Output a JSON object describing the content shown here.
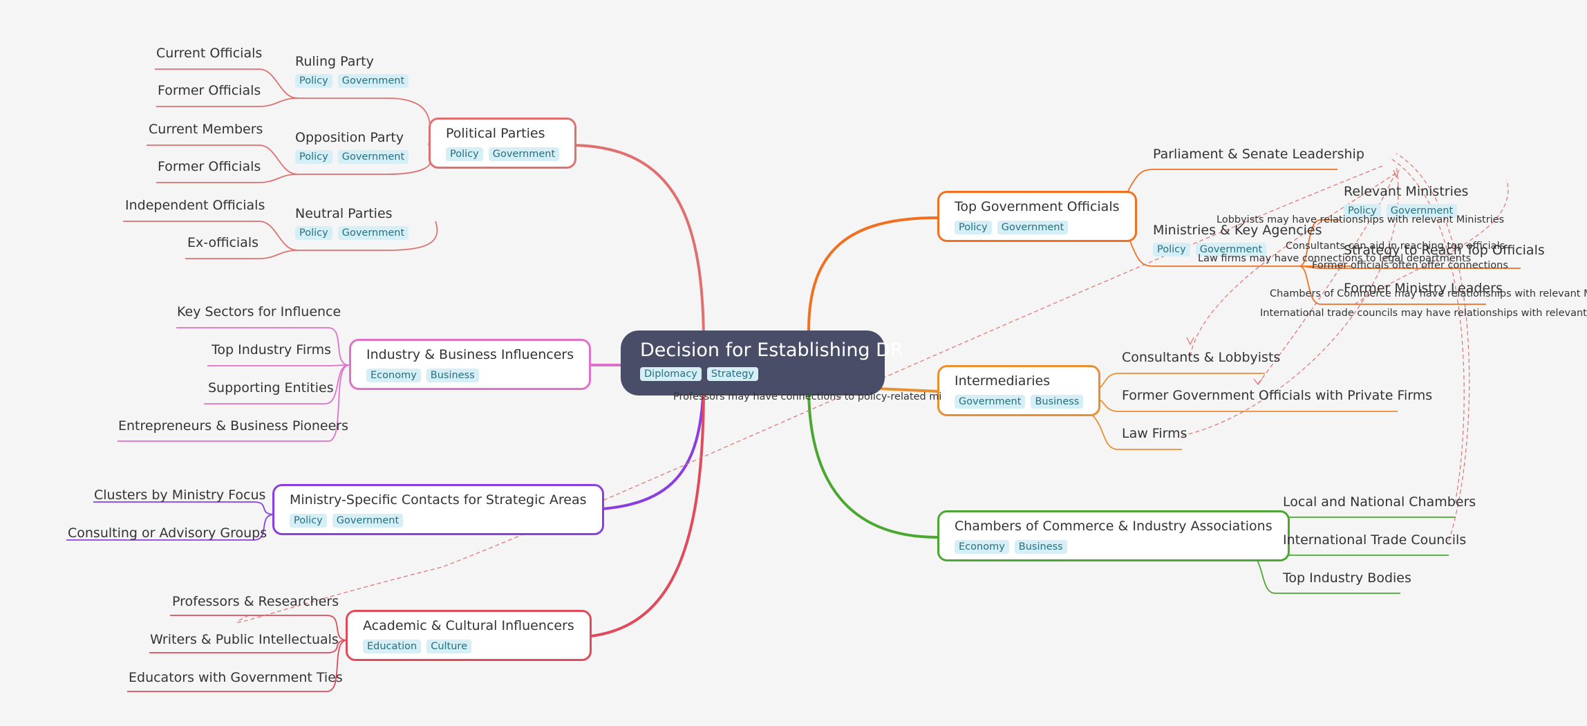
{
  "root": {
    "title": "Decision for Establishing DR",
    "tags": [
      "Diplomacy",
      "Strategy"
    ]
  },
  "political": {
    "title": "Political Parties",
    "tags": [
      "Policy",
      "Government"
    ],
    "ruling": {
      "title": "Ruling Party",
      "tags": [
        "Policy",
        "Government"
      ],
      "leaves": [
        "Current Officials",
        "Former Officials"
      ]
    },
    "opposition": {
      "title": "Opposition Party",
      "tags": [
        "Policy",
        "Government"
      ],
      "leaves": [
        "Current Members",
        "Former Officials"
      ]
    },
    "neutral": {
      "title": "Neutral Parties",
      "tags": [
        "Policy",
        "Government"
      ],
      "leaves": [
        "Independent Officials",
        "Ex-officials"
      ]
    }
  },
  "industry": {
    "title": "Industry & Business Influencers",
    "tags": [
      "Economy",
      "Business"
    ],
    "leaves": [
      "Key Sectors for Influence",
      "Top Industry Firms",
      "Supporting Entities",
      "Entrepreneurs & Business Pioneers"
    ]
  },
  "ministry": {
    "title": "Ministry-Specific Contacts for Strategic Areas",
    "tags": [
      "Policy",
      "Government"
    ],
    "leaves": [
      "Clusters by Ministry Focus",
      "Consulting or Advisory Groups"
    ]
  },
  "academic": {
    "title": "Academic & Cultural Influencers",
    "tags": [
      "Education",
      "Culture"
    ],
    "leaves": [
      "Professors & Researchers",
      "Writers & Public Intellectuals",
      "Educators with Government Ties"
    ]
  },
  "topgov": {
    "title": "Top Government Officials",
    "tags": [
      "Policy",
      "Government"
    ],
    "parliament": "Parliament & Senate Leadership",
    "ministries": {
      "title": "Ministries & Key Agencies",
      "tags": [
        "Policy",
        "Government"
      ]
    },
    "relevant": {
      "title": "Relevant Ministries",
      "tags": [
        "Policy",
        "Government"
      ]
    },
    "strategy": "Strategy to Reach Top Officials",
    "former_leaders": "Former Ministry Leaders"
  },
  "intermediaries": {
    "title": "Intermediaries",
    "tags": [
      "Government",
      "Business"
    ],
    "leaves": [
      "Consultants & Lobbyists",
      "Former Government Officials with Private Firms",
      "Law Firms"
    ]
  },
  "chambers": {
    "title": "Chambers of Commerce & Industry Associations",
    "tags": [
      "Economy",
      "Business"
    ],
    "leaves": [
      "Local and National Chambers",
      "International Trade Councils",
      "Top Industry Bodies"
    ]
  },
  "notes": {
    "lobbyists": "Lobbyists may have relationships with relevant Ministries",
    "consultants": "Consultants can aid in reaching top officials",
    "lawfirms": "Law firms may have connections to legal departments",
    "former": "Former officials often offer connections",
    "chambers": "Chambers of Commerce may have relationships with relevant Mi",
    "trade": "International trade councils may have relationships with relevant M",
    "professors": "Professors may have connections to policy-related mi"
  },
  "colors": {
    "political": "#e07070",
    "industry": "#e070c8",
    "ministry": "#8a3ee0",
    "academic": "#e04a5a",
    "topgov": "#f07020",
    "intermediaries": "#e89030",
    "chambers": "#4aa830",
    "root": "#4a4d68",
    "tag_bg": "#d6eef6"
  }
}
